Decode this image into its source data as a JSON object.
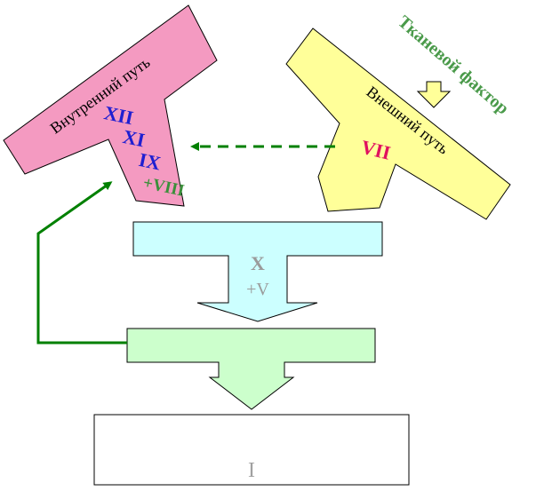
{
  "intrinsic": {
    "label": "Внутренний путь",
    "factors": [
      "XII",
      "XI",
      "IX",
      "+VIII"
    ],
    "fill": "#f49ac1",
    "factor_color": "#1f1fd1",
    "extra_color": "#3a8f3a"
  },
  "extrinsic": {
    "label": "Внешний путь",
    "factor": "VII",
    "fill": "#ffff99",
    "factor_color": "#e0115f"
  },
  "tissue_factor": {
    "label": "Тканевой фактор",
    "color": "#4a9a4a"
  },
  "tenase": {
    "factor": "X",
    "cofactor": "+V",
    "fill": "#ccffff",
    "text_color": "#9a9a9a"
  },
  "prothrombinase": {
    "fill": "#ccffcc"
  },
  "final_box": {
    "label": "I",
    "text_color": "#a0a0a0"
  },
  "arrows": {
    "feedback_color": "#008000",
    "dashed_color": "#008000"
  }
}
